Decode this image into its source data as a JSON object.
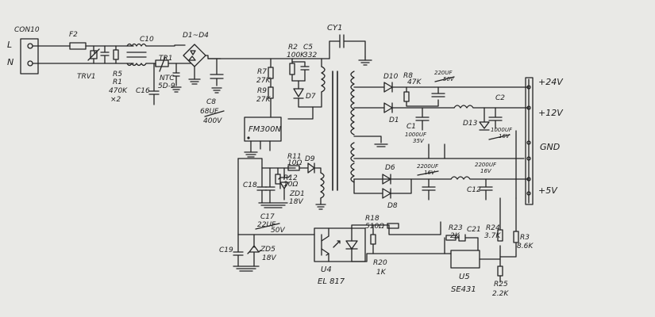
{
  "connector_in": {
    "name": "CON10",
    "line": "L",
    "neutral": "N"
  },
  "parts": {
    "F2": "F2",
    "C10": "C10",
    "D1_D4": "D1~D4",
    "TRV1": "TRV1",
    "R5": "R5",
    "R1": "R1",
    "R1_val": "470K",
    "R1_mult": "×2",
    "C16": "C16",
    "TR1": "TR1",
    "NTC": "NTC",
    "NTC_val": "5D-9",
    "C8": "C8",
    "C8_val1": "68UF",
    "C8_val2": "400V",
    "R7": "R7",
    "R7_val": "27K",
    "R9": "R9",
    "R9_val": "27K",
    "R2": "R2",
    "R2_val": "100K",
    "C5": "C5",
    "C5_val": "332",
    "D7": "D7",
    "CY1": "CY1",
    "IC": "FM300N",
    "R11": "R11",
    "R11_val": "10Ω",
    "R12": "R12",
    "R12_val": "10Ω",
    "D9": "D9",
    "C18": "C18",
    "ZD1": "ZD1",
    "ZD1_val": "18V",
    "C17": "C17",
    "C17_val1": "22UF",
    "C17_val2": "50V",
    "C19": "C19",
    "ZD5": "ZD5",
    "ZD5_val": "18V",
    "D10": "D10",
    "R8": "R8",
    "R8_val": "47K",
    "C24_val1": "220UF",
    "C24_val2": "50V",
    "D1": "D1",
    "C1": "C1",
    "C1_val1": "1000UF",
    "C1_val2": "35V",
    "D13": "D13",
    "C2": "C2",
    "C2_val1": "1000UF",
    "C2_val2": "16V",
    "D6": "D6",
    "D8": "D8",
    "C22_val1": "2200UF",
    "C22_val2": "16V",
    "C12": "C12",
    "C12_val1": "2200UF",
    "C12_val2": "16V",
    "R18": "R18",
    "R18_val": "510Ω",
    "R20": "R20",
    "R20_val": "1K",
    "U4": "U4",
    "U4_val": "EL 817",
    "R23": "R23",
    "R23_val": "2K",
    "C21": "C21",
    "R24": "R24",
    "R24_val": "3.7K",
    "R3": "R3",
    "R3_val": "8.6K",
    "R25": "R25",
    "R25_val": "2.2K",
    "U5": "U5",
    "U5_val": "SE431"
  },
  "outputs": {
    "v24": "+24V",
    "v12": "+12V",
    "gnd": "GND",
    "v5": "+5V"
  }
}
